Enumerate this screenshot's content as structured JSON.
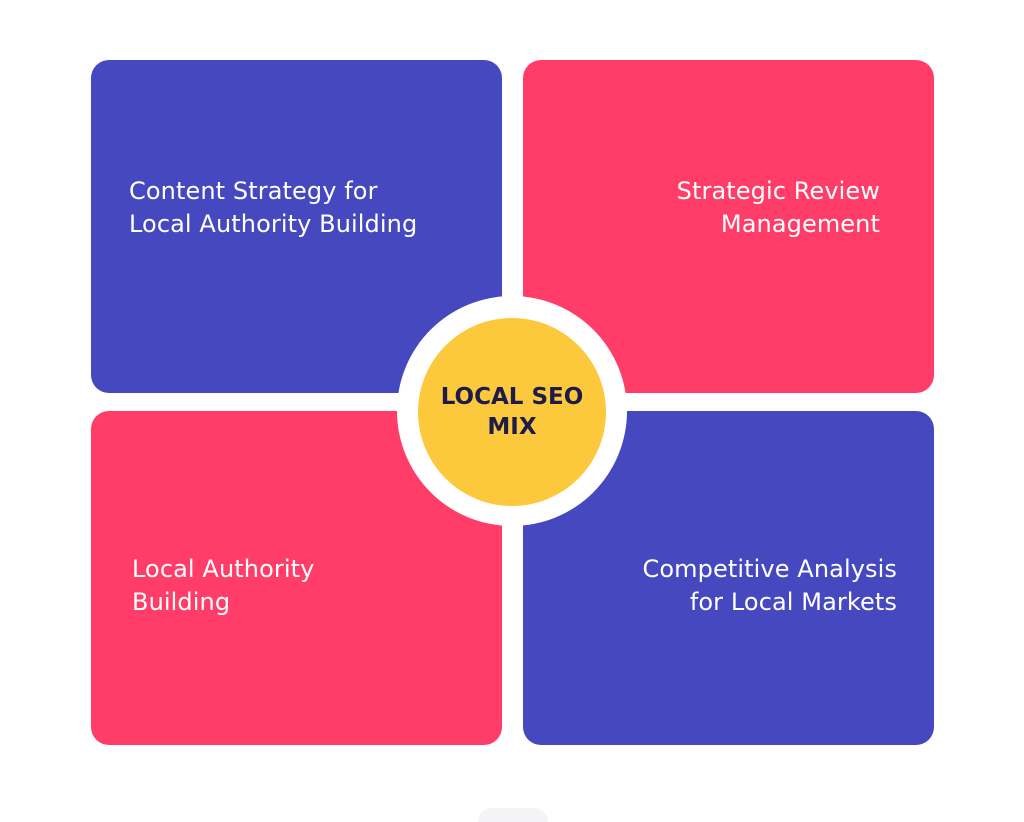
{
  "diagram": {
    "center": {
      "label": "LOCAL SEO\nMIX",
      "color": "#fdc93c"
    },
    "quadrants": [
      {
        "id": "top-left",
        "label": "Content Strategy for\nLocal Authority Building",
        "color": "#4648bf"
      },
      {
        "id": "top-right",
        "label": "Strategic Review\nManagement",
        "color": "#ff3d68"
      },
      {
        "id": "bottom-left",
        "label": "Local Authority\nBuilding",
        "color": "#ff3d68"
      },
      {
        "id": "bottom-right",
        "label": "Competitive Analysis\nfor Local Markets",
        "color": "#4648bf"
      }
    ]
  }
}
